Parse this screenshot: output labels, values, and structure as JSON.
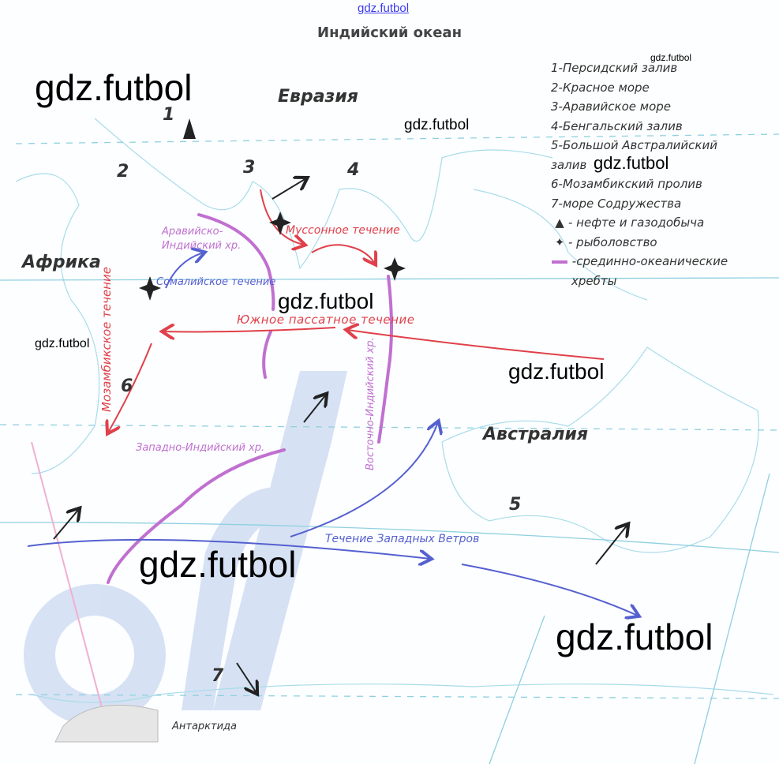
{
  "header": {
    "site_link": "gdz.futbol",
    "title": "Индийский океан"
  },
  "continents": {
    "eurasia": "Евразия",
    "africa": "Африка",
    "australia": "Австралия",
    "antarctica": "Антарктида"
  },
  "numbers": [
    "1",
    "2",
    "3",
    "4",
    "5",
    "6",
    "7"
  ],
  "currents": {
    "monsoon": "Муссонное течение",
    "somali": "Сомалийское течение",
    "south_equatorial": "Южное пассатное течение",
    "mozambique": "Мозамбикское течение",
    "west_winds": "Течение Западных Ветров"
  },
  "ridges": {
    "arabian_indian_1": "Аравийско-",
    "arabian_indian_2": "Индийский хр.",
    "west_indian": "Западно-Индийский хр.",
    "east_indian": "Восточно-Индийский хр."
  },
  "legend": {
    "items": [
      "1-Персидский залив",
      "2-Красное море",
      "3-Аравийское море",
      "4-Бенгальский залив",
      "5-Большой Австралийский",
      "залив",
      "6-Мозамбикский пролив",
      "7-море Содружества"
    ],
    "oil_gas": "- нефте и газодобыча",
    "fishing": "- рыболовство",
    "ridges_1": "-срединно-океанические",
    "ridges_2": "хребты"
  },
  "watermarks": [
    "gdz.futbol",
    "gdz.futbol",
    "gdz.futbol",
    "gdz.futbol",
    "gdz.futbol",
    "gdz.futbol",
    "gdz.futbol",
    "gdz.futbol",
    "gdz.futbol"
  ],
  "colors": {
    "current_warm": "#e0404a",
    "current_cold": "#5560d0",
    "ridge": "#c070d0",
    "grid": "#8fd0e0"
  }
}
